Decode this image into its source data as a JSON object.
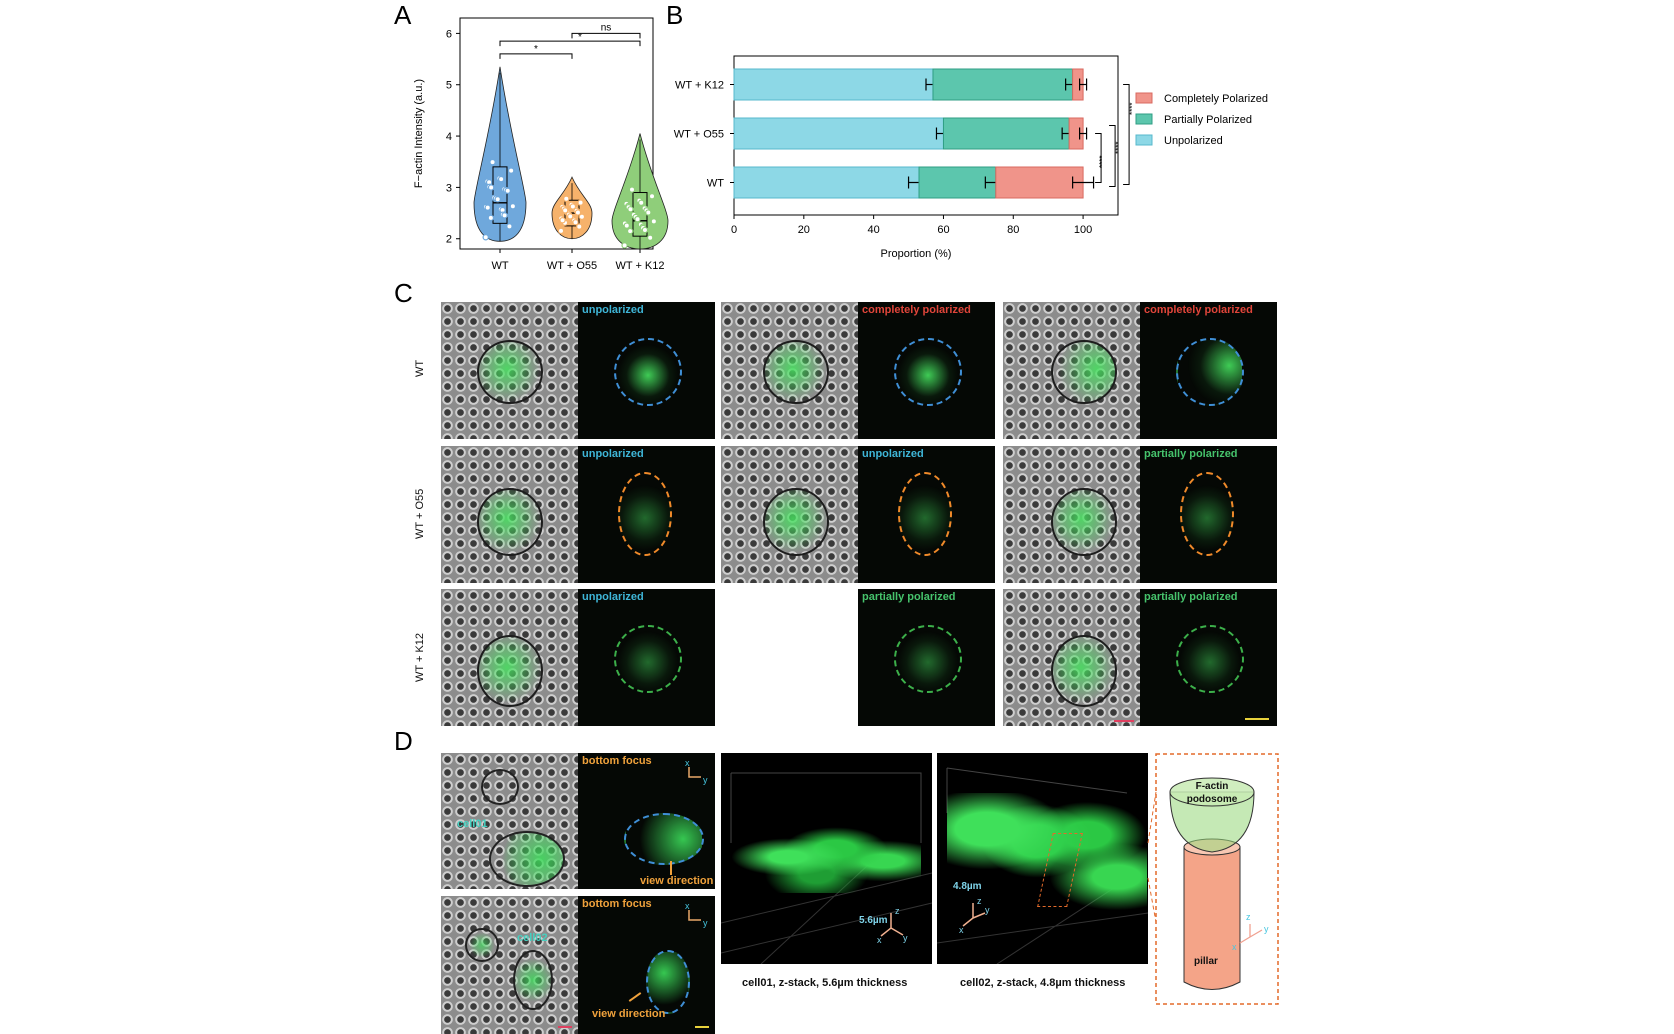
{
  "panelA": {
    "letter": "A",
    "ylabel": "F−actin Intensity (a.u.)",
    "yticks": [
      "2",
      "3",
      "4",
      "5",
      "6"
    ],
    "categories": [
      "WT",
      "WT + O55",
      "WT + K12"
    ],
    "sig_star1": "*",
    "sig_star2": "*",
    "sig_ns": "ns",
    "colors": {
      "wt": "#6fa8dc",
      "o55": "#f6b26b",
      "k12": "#8fce7a"
    }
  },
  "panelB": {
    "letter": "B",
    "xlabel": "Proportion (%)",
    "xticks": [
      "0",
      "20",
      "40",
      "60",
      "80",
      "100"
    ],
    "legend": [
      "Completely Polarized",
      "Partially Polarized",
      "Unpolarized"
    ],
    "sig1": "****",
    "sig2": "****",
    "sig3": "****",
    "colors": {
      "complete": "#f0948a",
      "partial": "#5cc6ad",
      "unpol": "#8dd8e6"
    }
  },
  "panelC": {
    "letter": "C",
    "rows": [
      {
        "label": "WT",
        "tiles": [
          "unpolarized",
          "completely polarized",
          "completely polarized"
        ]
      },
      {
        "label": "WT + O55",
        "tiles": [
          "unpolarized",
          "unpolarized",
          "partially polarized"
        ]
      },
      {
        "label": "WT + K12",
        "tiles": [
          "unpolarized",
          "partially polarized",
          "partially polarized"
        ]
      }
    ]
  },
  "panelD": {
    "letter": "D",
    "focus1": "bottom focus",
    "focus2": "bottom focus",
    "cell1": "cell01",
    "cell2": "cell02",
    "view1": "view direction",
    "view2": "view direction",
    "axis_x": "x",
    "axis_y": "y",
    "axis_z": "z",
    "thick1": "5.6µm",
    "thick2": "4.8µm",
    "caption1": "cell01, z-stack, 5.6µm thickness",
    "caption2": "cell02, z-stack, 4.8µm thickness",
    "schematic_top": "F-actin\npodosome",
    "schematic_top_line1": "F-actin",
    "schematic_top_line2": "podosome",
    "schematic_bottom": "pillar"
  },
  "chart_data": [
    {
      "type": "violin",
      "title": "",
      "ylabel": "F−actin Intensity (a.u.)",
      "categories": [
        "WT",
        "WT + O55",
        "WT + K12"
      ],
      "ylim": [
        1.8,
        6.3
      ],
      "medians": [
        2.7,
        2.5,
        2.35
      ],
      "q1": [
        2.3,
        2.25,
        2.05
      ],
      "q3": [
        3.4,
        2.75,
        2.9
      ],
      "min": [
        1.95,
        2.0,
        1.8
      ],
      "max": [
        5.35,
        3.2,
        4.05
      ],
      "significance": [
        {
          "pair": [
            "WT",
            "WT + O55"
          ],
          "label": "*"
        },
        {
          "pair": [
            "WT",
            "WT + K12"
          ],
          "label": "*"
        },
        {
          "pair": [
            "WT + O55",
            "WT + K12"
          ],
          "label": "ns"
        }
      ]
    },
    {
      "type": "bar",
      "orientation": "horizontal",
      "stacked": true,
      "categories": [
        "WT + K12",
        "WT + O55",
        "WT"
      ],
      "xlabel": "Proportion (%)",
      "xlim": [
        0,
        110
      ],
      "series": [
        {
          "name": "Unpolarized",
          "values": [
            57,
            60,
            53
          ],
          "errors": [
            2,
            2,
            3
          ]
        },
        {
          "name": "Partially Polarized",
          "values": [
            40,
            36,
            22
          ],
          "errors": [
            2,
            2,
            3
          ]
        },
        {
          "name": "Completely Polarized",
          "values": [
            3,
            4,
            25
          ],
          "errors": [
            1,
            1,
            3
          ]
        }
      ],
      "legend_position": "right"
    }
  ]
}
